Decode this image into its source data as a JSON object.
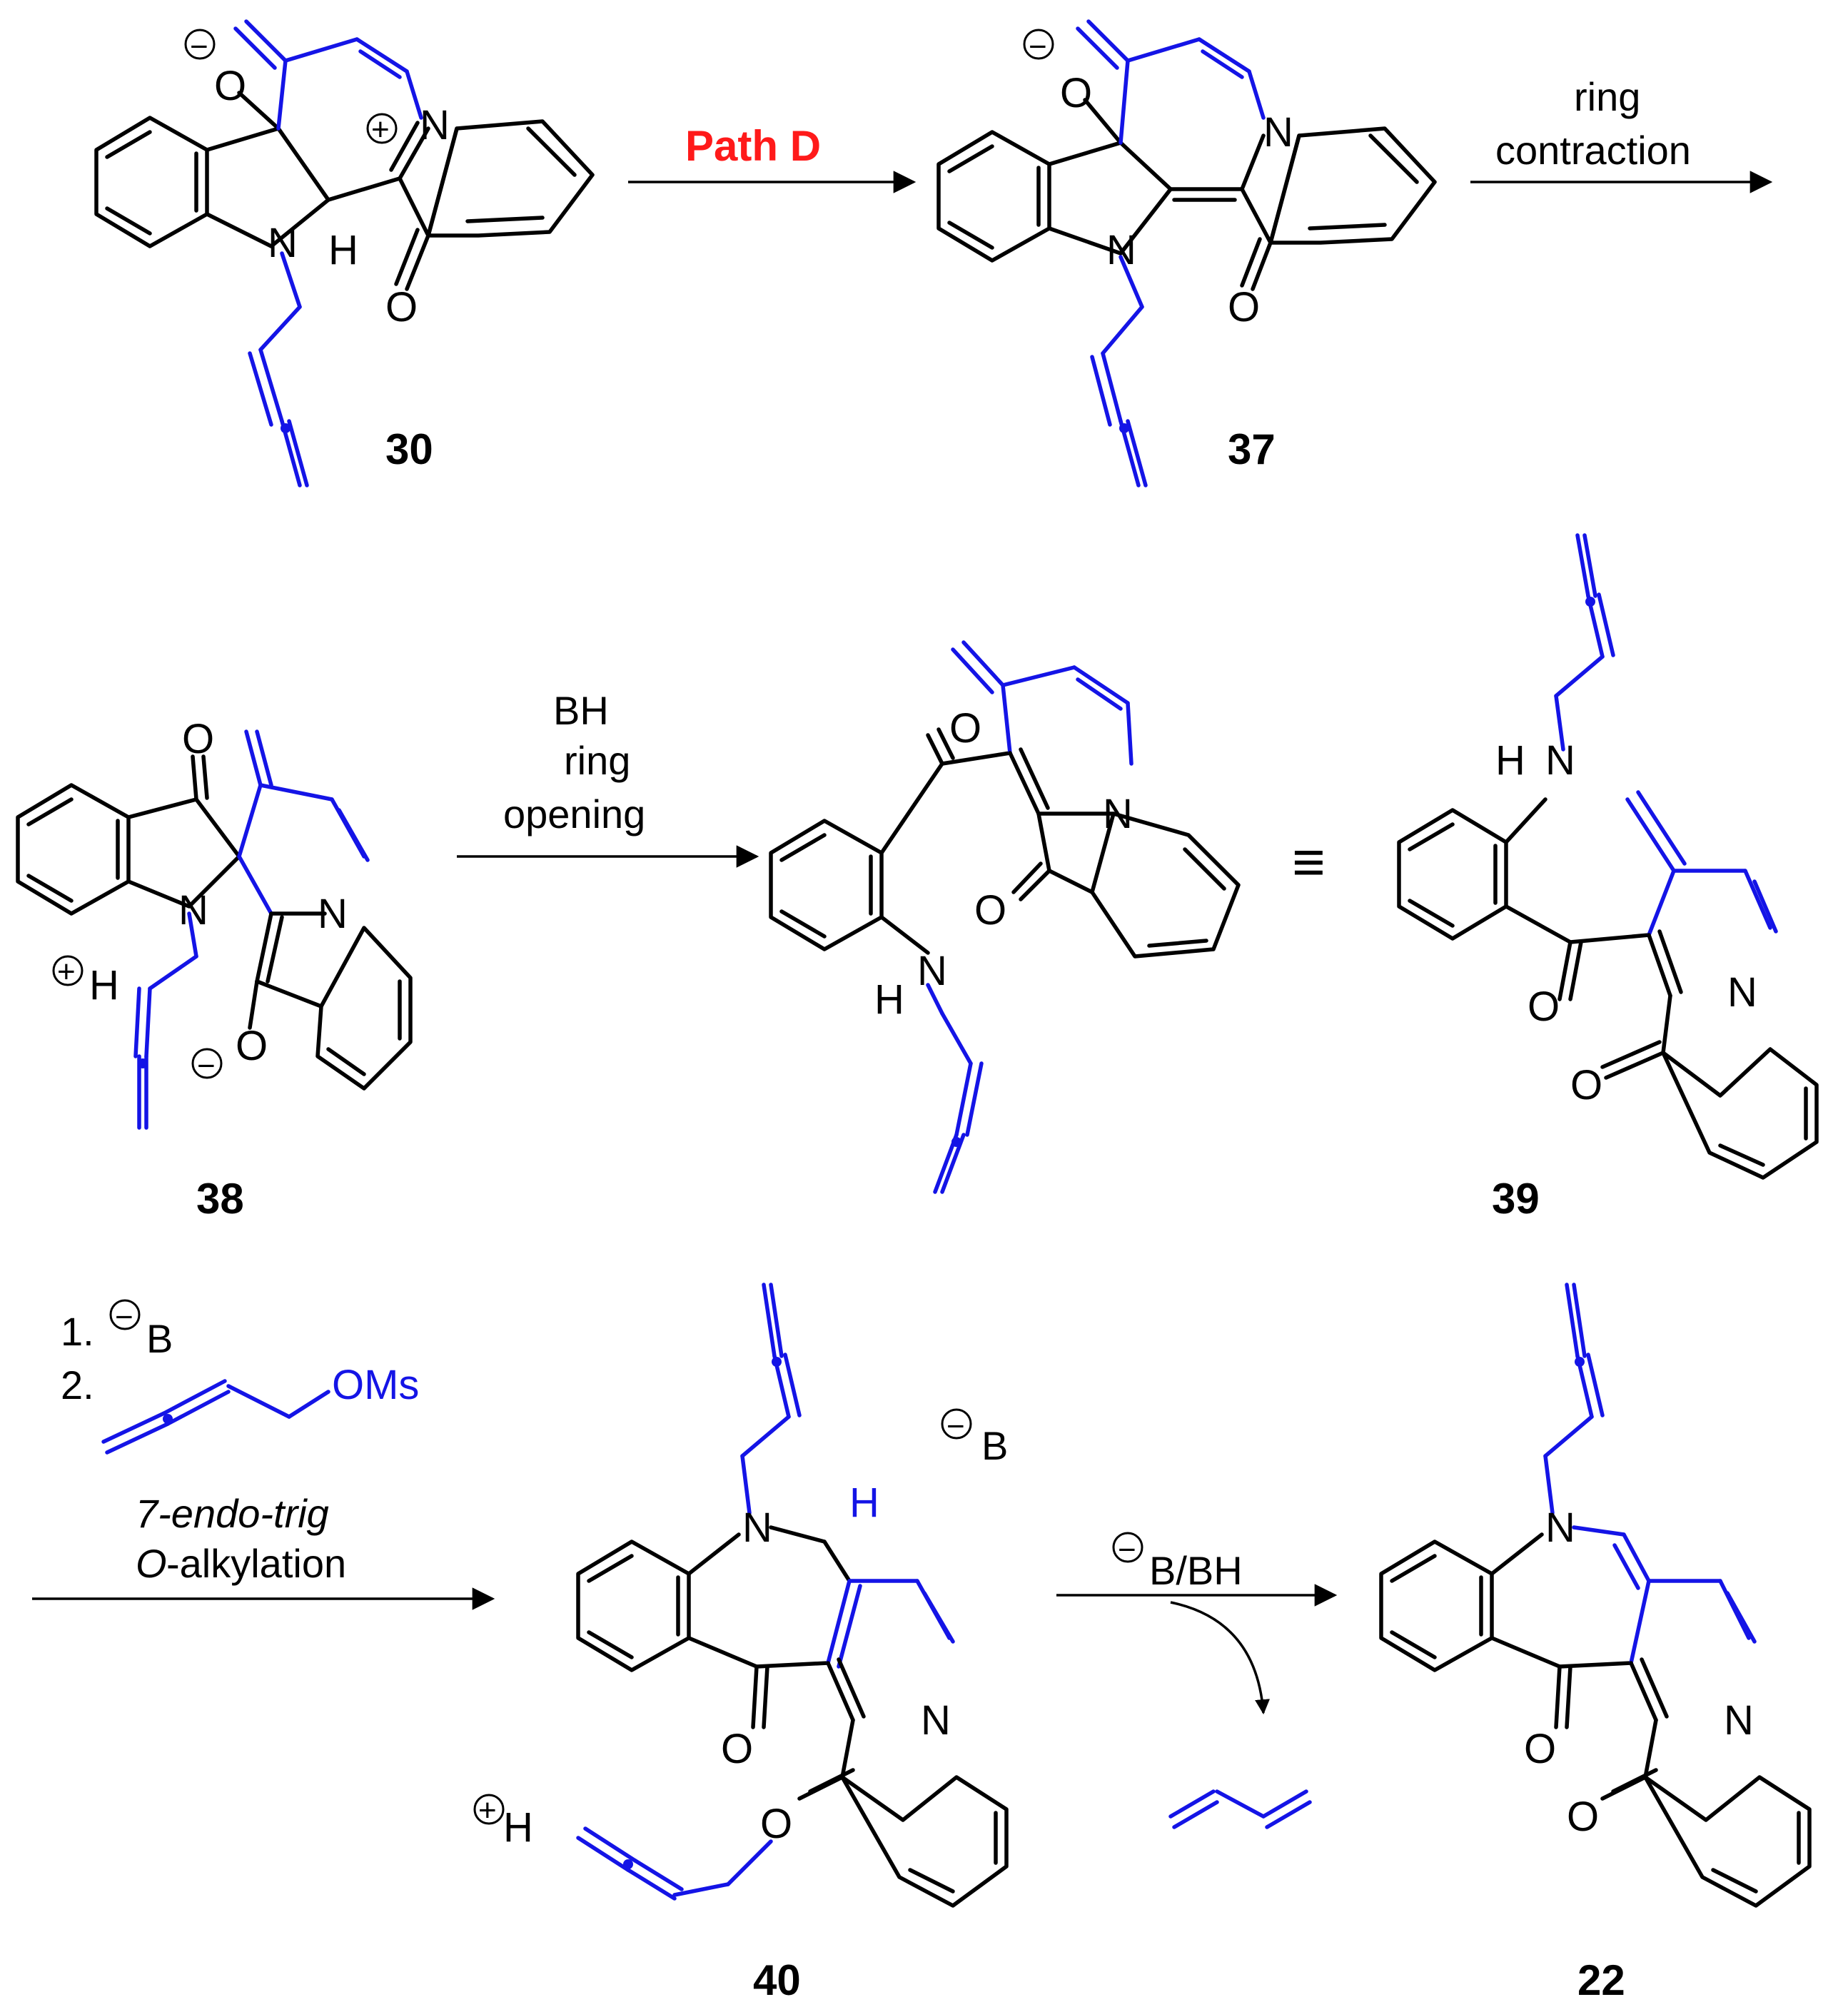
{
  "compounds": {
    "c30": "30",
    "c37": "37",
    "c38": "38",
    "c39": "39",
    "c40": "40",
    "c22": "22"
  },
  "steps": {
    "step1": "Path D",
    "step2_line1": "ring",
    "step2_line2": "contraction",
    "step3_line1": "BH",
    "step3_line2": "ring",
    "step3_line3": "opening",
    "equivalent": "≡",
    "step4_item1_num": "1.",
    "step4_item1_base": "B",
    "step4_item2_num": "2.",
    "step4_reagent": "OMs",
    "step4_italic": "7-endo-trig",
    "step4_o_italic": "O",
    "step4_rest": "-alkylation",
    "step5_base": "B/BH"
  },
  "atoms": {
    "O": "O",
    "N": "N",
    "H": "H",
    "B": "B",
    "plus": "+",
    "minus": "−"
  },
  "colors": {
    "bond": "#000000",
    "highlight": "#1414e6",
    "path_label": "#ff1a1a"
  }
}
